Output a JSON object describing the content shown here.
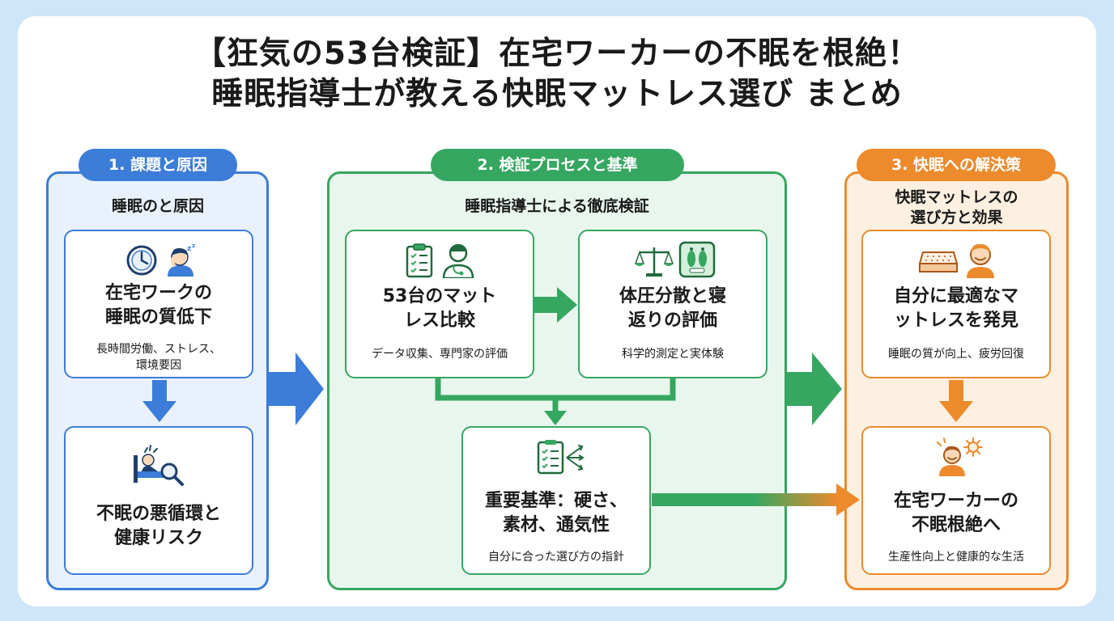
{
  "title": {
    "line1": "【狂気の53台検証】在宅ワーカーの不眠を根絶！",
    "line2": "睡眠指導士が教える快眠マットレス選び まとめ"
  },
  "sections": {
    "s1": {
      "label": "1. 課題と原因",
      "subheading": "睡眠のと原因",
      "box1": {
        "title_l1": "在宅ワークの",
        "title_l2": "睡眠の質低下",
        "desc_l1": "長時間労働、ストレス、",
        "desc_l2": "環境要因"
      },
      "box2": {
        "title_l1": "不眠の悪循環と",
        "title_l2": "健康リスク"
      }
    },
    "s2": {
      "label": "2. 検証プロセスと基準",
      "subheading": "睡眠指導士による徹底検証",
      "box1": {
        "title_l1": "53台のマット",
        "title_l2": "レス比較",
        "desc": "データ収集、専門家の評価"
      },
      "box2": {
        "title_l1": "体圧分散と寝",
        "title_l2": "返りの評価",
        "desc": "科学的測定と実体験"
      },
      "box3": {
        "title_l1": "重要基準：硬さ、",
        "title_l2": "素材、通気性",
        "desc": "自分に合った選び方の指針"
      }
    },
    "s3": {
      "label": "3. 快眠への解決策",
      "subheading_l1": "快眠マットレスの",
      "subheading_l2": "選び方と効果",
      "box1": {
        "title_l1": "自分に最適なマ",
        "title_l2": "ットレスを発見",
        "desc": "睡眠の質が向上、疲労回復"
      },
      "box2": {
        "title_l1": "在宅ワーカーの",
        "title_l2": "不眠根絶へ",
        "desc": "生産性向上と健康的な生活"
      }
    }
  },
  "icons": {
    "clock": "clock-icon",
    "sleepy_person": "sleepy-person-icon",
    "insomnia": "insomnia-bed-icon",
    "magnifier": "magnifier-icon",
    "clipboard": "clipboard-icon",
    "doctor": "doctor-icon",
    "scale": "balance-scale-icon",
    "pressure_map": "pressure-map-icon",
    "checklist": "checklist-icon",
    "mattress": "mattress-icon",
    "happy_person": "happy-person-icon",
    "sun": "sun-icon"
  },
  "colors": {
    "blue": "#3b7dd8",
    "green": "#36a760",
    "orange": "#ec8a2c",
    "background": "#cfe5f9"
  }
}
